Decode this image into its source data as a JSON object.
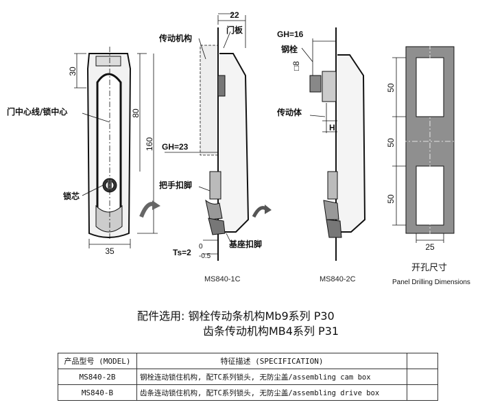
{
  "drawing": {
    "labels": {
      "transmission": "传动机构",
      "door_panel": "门板",
      "door_center": "门中心线/锁中心",
      "lock_core": "锁芯",
      "handle_foot": "把手扣脚",
      "base_foot": "基座扣脚",
      "steel_pin": "钢栓",
      "drive_body": "传动体",
      "panel_cutout_cn": "开孔尺寸",
      "panel_cutout_en": "Panel Drilling Dimensions"
    },
    "dims": {
      "d22": "22",
      "d30": "30",
      "d80": "80",
      "d160": "160",
      "d35": "35",
      "gh23": "GH=23",
      "ts": "Ts=2",
      "ts_upper": "0",
      "ts_lower": "-0.5",
      "gh16": "GH=16",
      "sq8": "□8",
      "h": "H",
      "c50a": "50",
      "c50b": "50",
      "c50c": "50",
      "c25": "25"
    },
    "models": {
      "left": "MS840-1C",
      "right": "MS840-2C"
    }
  },
  "accessories": {
    "line1": "配件选用: 钢栓传动条机构Mb9系列  P30",
    "line2": "齿条传动机构MB4系列  P31"
  },
  "table": {
    "headers": [
      "产品型号 (MODEL)",
      "特征描述 (SPECIFICATION)",
      ""
    ],
    "rows": [
      {
        "model": "MS840-2B",
        "spec": "钢栓连动锁住机构, 配TC系列锁头, 无防尘盖/assembling cam box",
        "extra": ""
      },
      {
        "model": "MS840-B",
        "spec": "齿条连动锁住机构, 配TC系列锁头, 无防尘盖/assembling drive box",
        "extra": ""
      }
    ]
  }
}
